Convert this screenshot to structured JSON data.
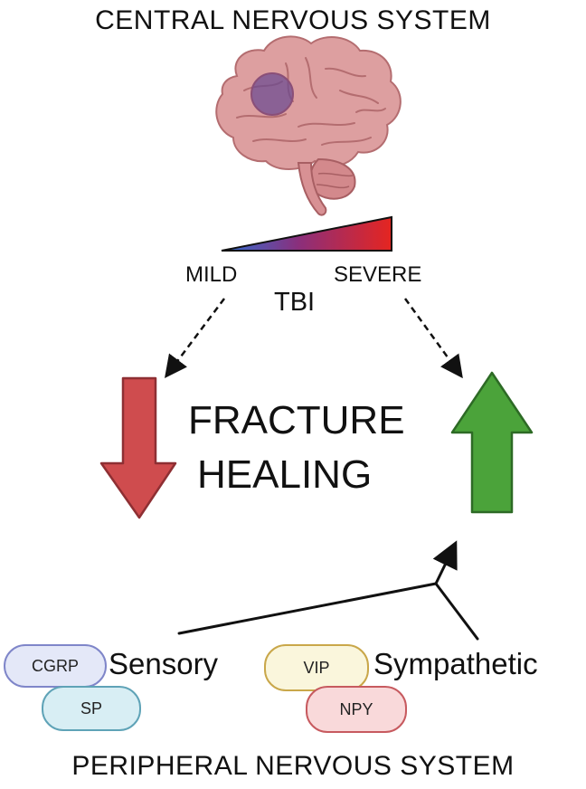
{
  "labels": {
    "cns_title": "CENTRAL NERVOUS SYSTEM",
    "pns_title": "PERIPHERAL NERVOUS SYSTEM",
    "mild": "MILD",
    "severe": "SEVERE",
    "tbi": "TBI",
    "fracture": "FRACTURE",
    "healing": "HEALING",
    "sensory": "Sensory",
    "sympathetic": "Sympathetic"
  },
  "neuropeptides": {
    "cgrp": "CGRP",
    "sp": "SP",
    "vip": "VIP",
    "npy": "NPY"
  },
  "colors": {
    "brain": "#d99a9b",
    "lesion": "#7a4a86",
    "gradient_mild": "#2e6fd6",
    "gradient_severe": "#e52520",
    "down_arrow": "#cf4c4e",
    "up_arrow": "#4ba33a"
  },
  "icons": {
    "brain": "brain-icon",
    "severity_wedge": "severity-gradient-wedge",
    "decrease_arrow": "down-arrow-icon",
    "increase_arrow": "up-arrow-icon"
  }
}
